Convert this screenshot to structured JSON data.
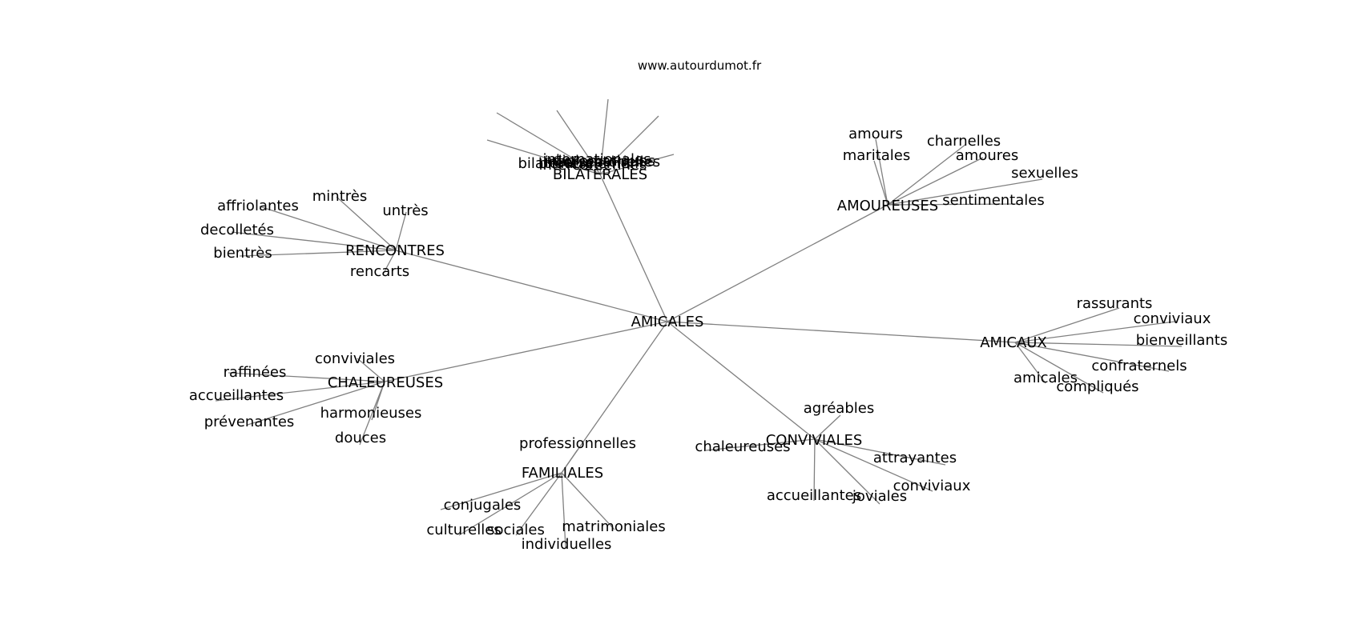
{
  "source": "www.autourdumot.fr",
  "root": "AMICALES",
  "clusters": [
    {
      "hub": "BILATÉRALES",
      "leaves": [
        "bilatéraux",
        "internationales",
        "intersectorielles",
        "bilatéralement",
        "intercoréennes",
        "diplomatiques"
      ]
    },
    {
      "hub": "AMOUREUSES",
      "leaves": [
        "amours",
        "charnelles",
        "amoures",
        "maritales",
        "sexuelles",
        "sentimentales"
      ]
    },
    {
      "hub": "RENCONTRES",
      "leaves": [
        "mintrès",
        "affriolantes",
        "untrès",
        "decolletés",
        "bientrès",
        "rencarts"
      ]
    },
    {
      "hub": "AMICAUX",
      "leaves": [
        "rassurants",
        "conviviaux",
        "bienveillants",
        "confraternels",
        "amicales",
        "compliqués"
      ]
    },
    {
      "hub": "CHALEUREUSES",
      "leaves": [
        "conviviales",
        "raffinées",
        "accueillantes",
        "prévenantes",
        "harmonieuses",
        "douces"
      ]
    },
    {
      "hub": "CONVIVIALES",
      "leaves": [
        "agréables",
        "chaleureuses",
        "attrayantes",
        "conviviaux",
        "accueillantes",
        "joviales"
      ]
    },
    {
      "hub": "FAMILIALES",
      "leaves": [
        "professionnelles",
        "conjugales",
        "culturelles",
        "sociales",
        "matrimoniales",
        "individuelles"
      ]
    }
  ]
}
